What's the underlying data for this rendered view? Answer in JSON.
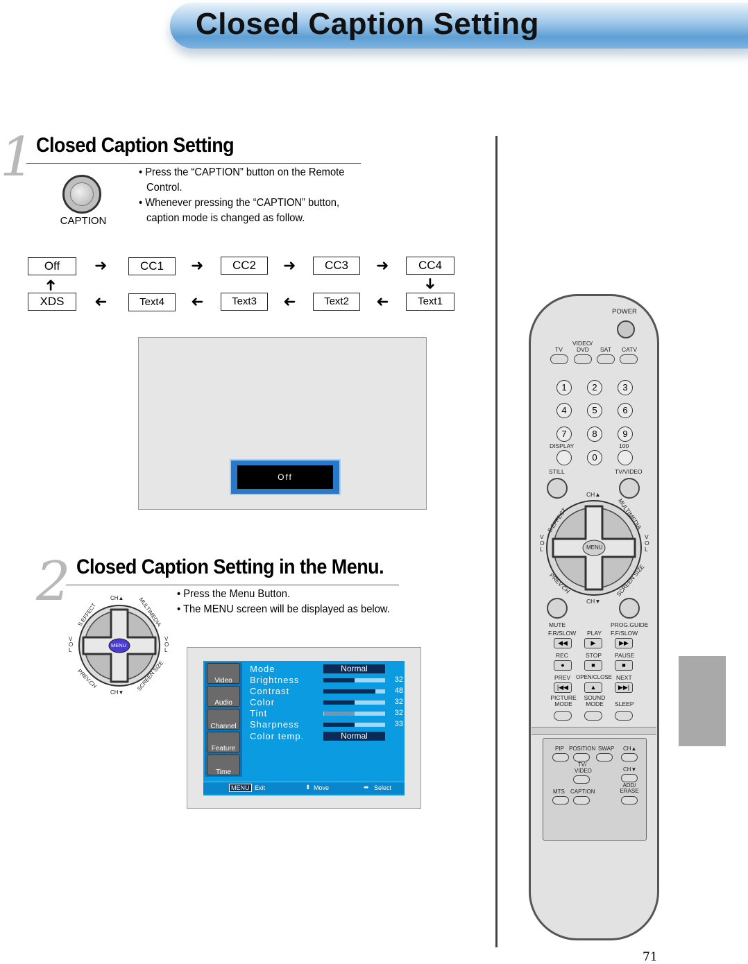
{
  "header": {
    "title": "Closed Caption Setting"
  },
  "section1": {
    "number": "1",
    "title": "Closed Caption Setting",
    "button_label": "CAPTION",
    "bullets": [
      "• Press the “CAPTION” button on the Remote Control.",
      "• Whenever pressing the “CAPTION” button, caption mode is changed as follow."
    ]
  },
  "cycle": {
    "top": [
      "Off",
      "CC1",
      "CC2",
      "CC3",
      "CC4"
    ],
    "bottom": [
      "XDS",
      "Text4",
      "Text3",
      "Text2",
      "Text1"
    ]
  },
  "tv": {
    "osd_text": "Off"
  },
  "section2": {
    "number": "2",
    "title": "Closed Caption Setting in the Menu.",
    "bullets": [
      "• Press the Menu Button.",
      "• The MENU screen will be displayed as below."
    ]
  },
  "pad_small": {
    "ch_up": "CH▲",
    "ch_down": "CH▼",
    "effect": "S.EFFECT",
    "multimedia": "MULTIMEDIA",
    "prev_ch": "PREV.CH",
    "screen_size": "SCREEN SIZE",
    "menu": "MENU",
    "vol_left": "VOL",
    "vol_right": "VOL"
  },
  "menu_screen": {
    "side": [
      "Video",
      "Audio",
      "Channel",
      "Feature",
      "Time"
    ],
    "rows": [
      {
        "label": "Mode",
        "value": "Normal",
        "type": "text"
      },
      {
        "label": "Brightness",
        "value": "32",
        "level": 0.5,
        "type": "bar"
      },
      {
        "label": "Contrast",
        "value": "48",
        "level": 0.84,
        "type": "bar"
      },
      {
        "label": "Color",
        "value": "32",
        "level": 0.5,
        "type": "bar"
      },
      {
        "label": "Tint",
        "value": "32",
        "level": 0.5,
        "type": "bar"
      },
      {
        "label": "Sharpness",
        "value": "33",
        "level": 0.5,
        "type": "bar"
      },
      {
        "label": "Color temp.",
        "value": "Normal",
        "type": "text"
      }
    ],
    "footer": {
      "menu": "MENU",
      "exit": "Exit",
      "move": "Move",
      "select": "Select"
    }
  },
  "remote": {
    "power": "POWER",
    "video_dvd": "VIDEO/ DVD",
    "tv": "TV",
    "dvd": "DVD",
    "sat": "SAT",
    "catv": "CATV",
    "video": "VIDEO/",
    "digits": [
      "1",
      "2",
      "3",
      "4",
      "5",
      "6",
      "7",
      "8",
      "9",
      "0"
    ],
    "display": "DISPLAY",
    "hundred": "100",
    "still": "STILL",
    "tv_video": "TV/VIDEO",
    "ch_up": "CH▲",
    "ch_down": "CH▼",
    "effect": "S.EFFECT",
    "multimedia": "MULTIMEDIA",
    "prev_ch": "PREV.CH",
    "screen_size": "SCREEN SIZE",
    "menu": "MENU",
    "vol": "VOL",
    "mute": "MUTE",
    "prog_guide": "PROG.GUIDE",
    "fr_slow": "F.R/SLOW",
    "play": "PLAY",
    "ff_slow": "F.F/SLOW",
    "rec": "REC",
    "stop": "STOP",
    "pause": "PAUSE",
    "prev": "PREV",
    "open_close": "OPEN/CLOSE",
    "next": "NEXT",
    "picture_mode": "PICTURE MODE",
    "sound_mode": "SOUND MODE",
    "sleep": "SLEEP",
    "pip": "PIP",
    "position": "POSITION",
    "swap": "SWAP",
    "tv_video2": "TV/ VIDEO",
    "mts": "MTS",
    "caption": "CAPTION",
    "add_erase": "ADD/ ERASE",
    "ch_up2": "CH▲",
    "ch_down2": "CH▼"
  },
  "page_number": "71"
}
